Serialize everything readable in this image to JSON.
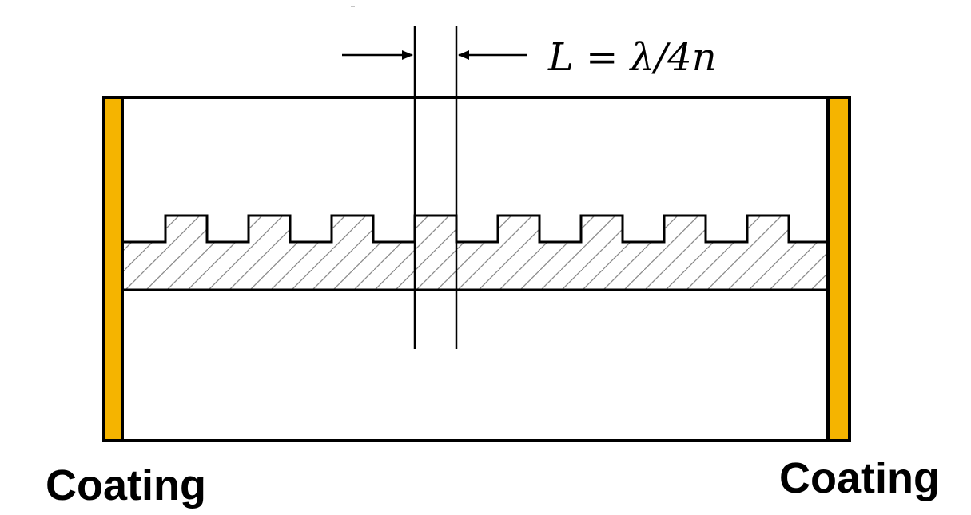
{
  "labels": {
    "coating_left": "Coating",
    "coating_right": "Coating",
    "period_formula": "L = λ/4n"
  },
  "colors": {
    "coating": "#F5B400",
    "outline": "#000000",
    "hatch": "#808080",
    "background": "#FFFFFF"
  },
  "grating": {
    "tooth_count": 8,
    "center_tooth_index": 3
  }
}
